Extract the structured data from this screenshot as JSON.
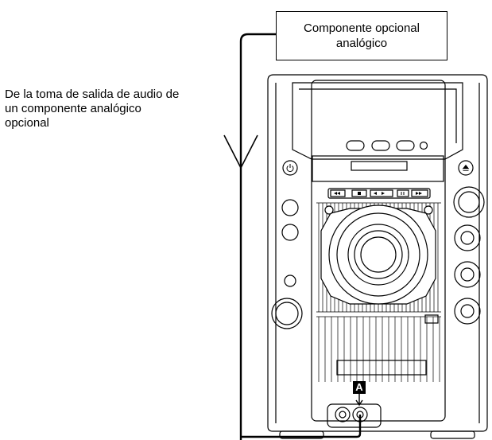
{
  "component_box": {
    "line1": "Componente opcional",
    "line2": "analógico"
  },
  "source_caption": {
    "line1": "De la toma de salida de audio de",
    "line2": "un componente analógico",
    "line3": "opcional"
  },
  "connector_marker": "A",
  "icons": [
    "power-icon",
    "eject-icon",
    "play-pause-icon",
    "stop-icon",
    "rewind-icon",
    "fast-forward-icon",
    "input-jack-icon"
  ]
}
